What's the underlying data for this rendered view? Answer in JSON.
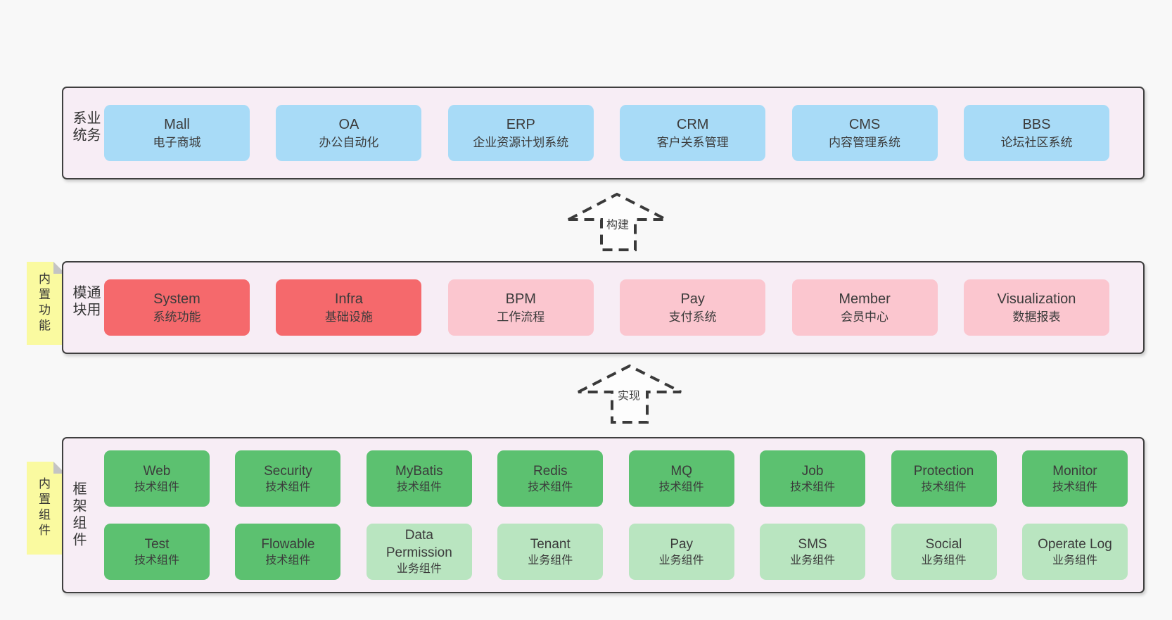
{
  "colors": {
    "page_bg": "#f8f8f8",
    "band_bg": "#f7edf5",
    "band_border": "#3f3f3f",
    "blue": "#a8dbf7",
    "red": "#f5696c",
    "pink": "#fbc6cf",
    "green_dark": "#5cc170",
    "green_light": "#b9e5c0",
    "note_yellow": "#fafaa0",
    "note_fold": "#c4c4c4",
    "text": "#3b3b3b",
    "arrow": "#3a3a3a"
  },
  "band1": {
    "label": "业务系统",
    "boxes": [
      {
        "name": "Mall",
        "desc": "电子商城"
      },
      {
        "name": "OA",
        "desc": "办公自动化"
      },
      {
        "name": "ERP",
        "desc": "企业资源计划系统"
      },
      {
        "name": "CRM",
        "desc": "客户关系管理"
      },
      {
        "name": "CMS",
        "desc": "内容管理系统"
      },
      {
        "name": "BBS",
        "desc": "论坛社区系统"
      }
    ]
  },
  "arrows": {
    "build": "构建",
    "implement": "实现"
  },
  "band2": {
    "label": "通用模块",
    "note": "内置功能",
    "boxes": [
      {
        "name": "System",
        "desc": "系统功能"
      },
      {
        "name": "Infra",
        "desc": "基础设施"
      },
      {
        "name": "BPM",
        "desc": "工作流程"
      },
      {
        "name": "Pay",
        "desc": "支付系统"
      },
      {
        "name": "Member",
        "desc": "会员中心"
      },
      {
        "name": "Visualization",
        "desc": "数据报表"
      }
    ]
  },
  "band3": {
    "label": "框架组件",
    "note": "内置组件",
    "row1": [
      {
        "name": "Web",
        "desc": "技术组件"
      },
      {
        "name": "Security",
        "desc": "技术组件"
      },
      {
        "name": "MyBatis",
        "desc": "技术组件"
      },
      {
        "name": "Redis",
        "desc": "技术组件"
      },
      {
        "name": "MQ",
        "desc": "技术组件"
      },
      {
        "name": "Job",
        "desc": "技术组件"
      },
      {
        "name": "Protection",
        "desc": "技术组件"
      },
      {
        "name": "Monitor",
        "desc": "技术组件"
      }
    ],
    "row2": [
      {
        "name": "Test",
        "desc": "技术组件"
      },
      {
        "name": "Flowable",
        "desc": "技术组件"
      },
      {
        "name": "Data Permission",
        "desc": "业务组件"
      },
      {
        "name": "Tenant",
        "desc": "业务组件"
      },
      {
        "name": "Pay",
        "desc": "业务组件"
      },
      {
        "name": "SMS",
        "desc": "业务组件"
      },
      {
        "name": "Social",
        "desc": "业务组件"
      },
      {
        "name": "Operate Log",
        "desc": "业务组件"
      }
    ]
  }
}
